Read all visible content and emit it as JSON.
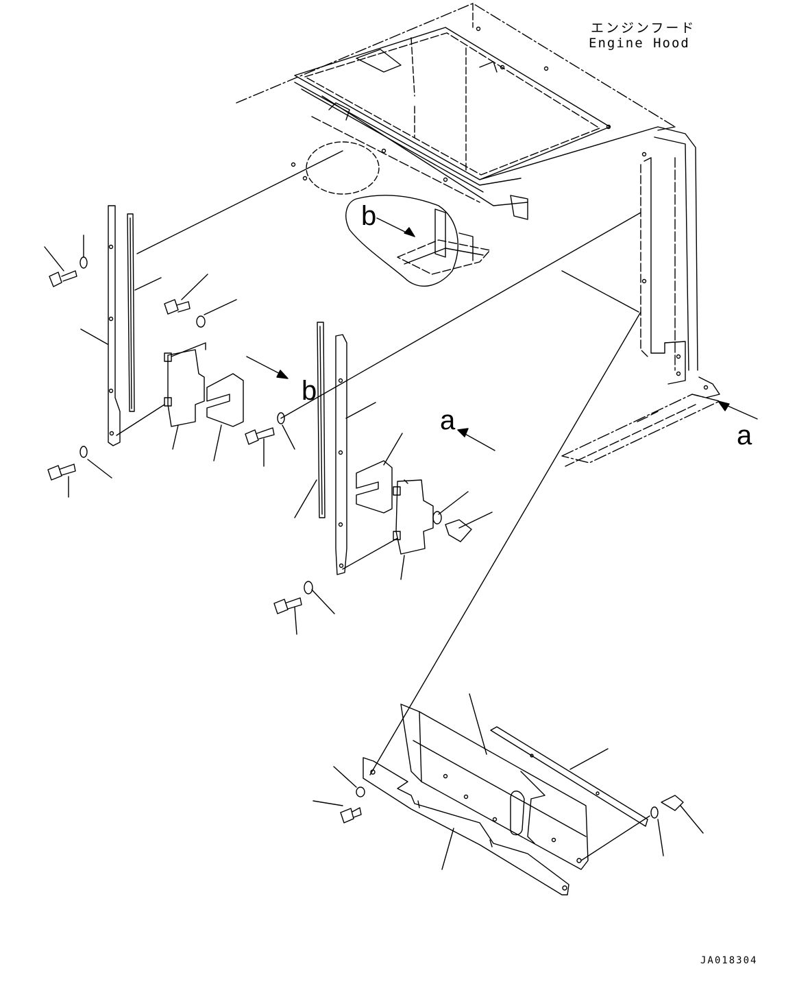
{
  "title": {
    "jp": "エンジンフード",
    "en": "Engine Hood"
  },
  "callouts": {
    "a": "a",
    "b": "b"
  },
  "drawing_id": "JA018304",
  "colors": {
    "line": "#000000",
    "background": "#ffffff"
  }
}
